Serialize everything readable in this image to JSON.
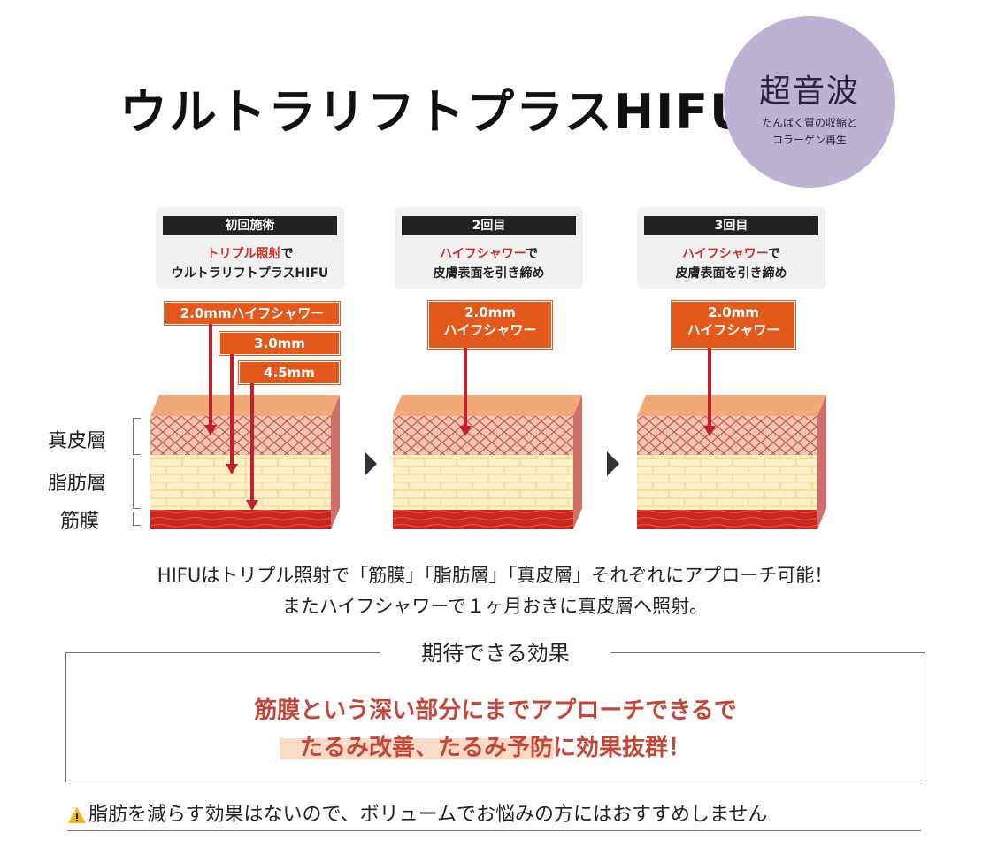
{
  "title": "ウルトラリフトプラスHIFU",
  "badge": {
    "main": "超音波",
    "sub1": "たんぱく質の収縮と",
    "sub2": "コラーゲン再生"
  },
  "steps": [
    {
      "head": "初回施術",
      "line1_red": "トリプル照射",
      "line1_rest": "で",
      "line2": "ウルトラリフトプラスHIFU",
      "tags": [
        "2.0mmハイフシャワー",
        "3.0mm",
        "4.5mm"
      ]
    },
    {
      "head": "2回目",
      "line1_red": "ハイフシャワー",
      "line1_rest": "で",
      "line2": "皮膚表面を引き締め",
      "tags": [
        "2.0mm",
        "ハイフシャワー"
      ]
    },
    {
      "head": "3回目",
      "line1_red": "ハイフシャワー",
      "line1_rest": "で",
      "line2": "皮膚表面を引き締め",
      "tags": [
        "2.0mm",
        "ハイフシャワー"
      ]
    }
  ],
  "layers": [
    "真皮層",
    "脂肪層",
    "筋膜"
  ],
  "description": {
    "line1": "HIFUはトリプル照射で「筋膜」「脂肪層」「真皮層」それぞれにアプローチ可能！",
    "line2": "またハイフシャワーで１ヶ月おきに真皮層へ照射。"
  },
  "effects": {
    "title": "期待できる効果",
    "line1": "筋膜という深い部分にまでアプローチできるで",
    "line2": "たるみ改善、たるみ予防に効果抜群！"
  },
  "warning": "脂肪を減らす効果はないので、ボリュームでお悩みの方にはおすすめしません",
  "colors": {
    "accent": "#e3581b",
    "arrow": "#c21f2f",
    "badge": "#bdb2d3",
    "effect_text": "#c2463a"
  }
}
